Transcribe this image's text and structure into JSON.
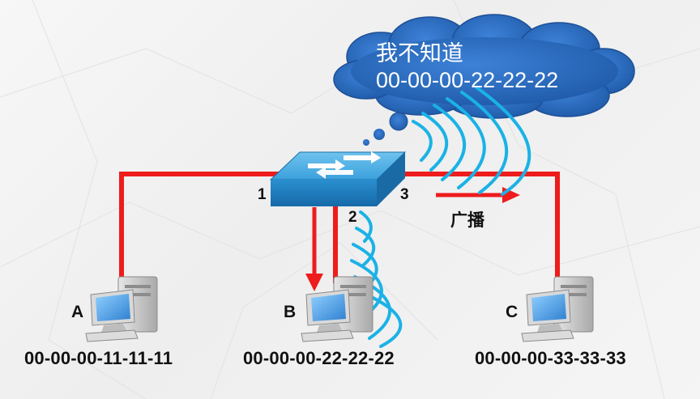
{
  "cloud": {
    "line1": "我不知道",
    "line2": "00-00-00-22-22-22"
  },
  "switch": {
    "ports": [
      "1",
      "2",
      "3"
    ]
  },
  "broadcast_label": "广播",
  "hosts": [
    {
      "letter": "A",
      "mac": "00-00-00-11-11-11"
    },
    {
      "letter": "B",
      "mac": "00-00-00-22-22-22"
    },
    {
      "letter": "C",
      "mac": "00-00-00-33-33-33"
    }
  ],
  "colors": {
    "link": "#ee1c1c",
    "signal": "#1ab2e6",
    "cloud": "#2b6cc4",
    "switch": "#2a8fd0"
  }
}
